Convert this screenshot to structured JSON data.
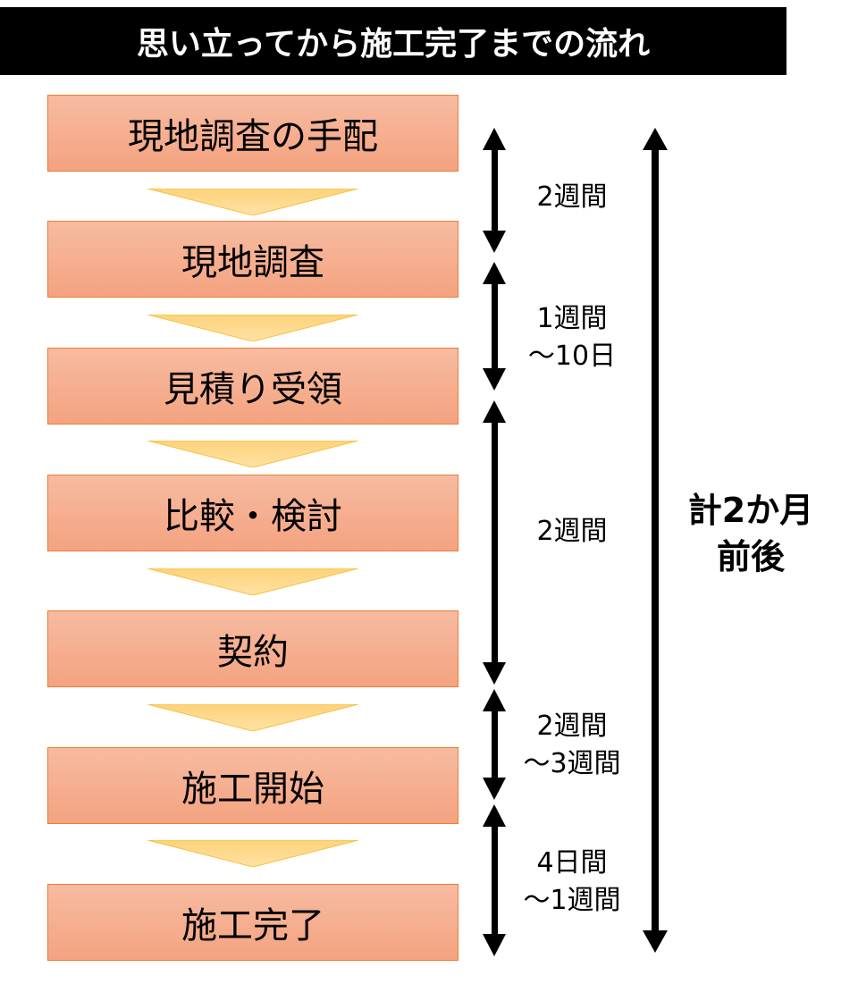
{
  "title": "思い立ってから施工完了までの流れ",
  "steps": [
    "現地調査の手配",
    "現地調査",
    "見積り受領",
    "比較・検討",
    "契約",
    "施工開始",
    "施工完了"
  ],
  "durations": [
    {
      "line1": "2週間",
      "line2": ""
    },
    {
      "line1": "1週間",
      "line2": "～10日"
    },
    {
      "line1": "2週間",
      "line2": ""
    },
    {
      "line1": "2週間",
      "line2": "～3週間"
    },
    {
      "line1": "4日間",
      "line2": "～1週間"
    }
  ],
  "total": {
    "line1": "計2か月",
    "line2": "前後"
  },
  "colors": {
    "box": "#f4a380",
    "border": "#ed7d31",
    "chevron": "#fdd77f",
    "title_bg": "#000000"
  }
}
